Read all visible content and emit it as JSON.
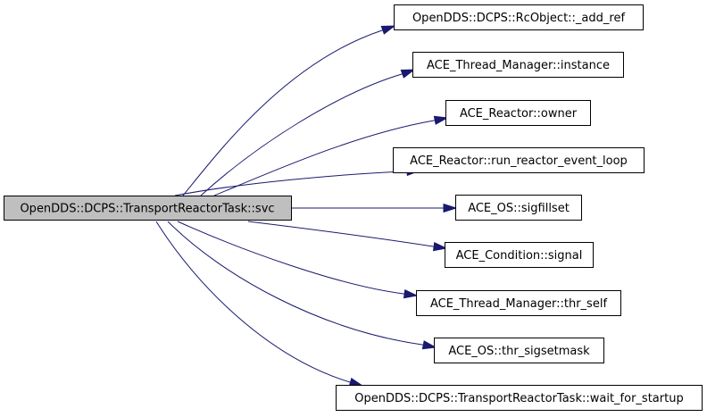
{
  "graph": {
    "root": {
      "label": "OpenDDS::DCPS::TransportReactorTask::svc",
      "fill": "#bfbfbf"
    },
    "callees": [
      {
        "label": "OpenDDS::DCPS::RcObject::_add_ref"
      },
      {
        "label": "ACE_Thread_Manager::instance"
      },
      {
        "label": "ACE_Reactor::owner"
      },
      {
        "label": "ACE_Reactor::run_reactor_event_loop"
      },
      {
        "label": "ACE_OS::sigfillset"
      },
      {
        "label": "ACE_Condition::signal"
      },
      {
        "label": "ACE_Thread_Manager::thr_self"
      },
      {
        "label": "ACE_OS::thr_sigsetmask"
      },
      {
        "label": "OpenDDS::DCPS::TransportReactorTask::wait_for_startup"
      }
    ],
    "colors": {
      "edge": "#191970",
      "node_fill": "#ffffff",
      "node_border": "#000000"
    }
  }
}
